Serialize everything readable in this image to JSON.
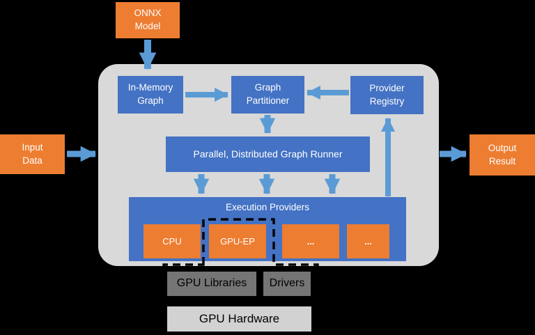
{
  "boxes": {
    "onnx_model": {
      "lines": [
        "ONNX",
        "Model"
      ]
    },
    "in_memory_graph": {
      "lines": [
        "In-Memory",
        "Graph"
      ]
    },
    "graph_partitioner": {
      "lines": [
        "Graph",
        "Partitioner"
      ]
    },
    "provider_registry": {
      "lines": [
        "Provider",
        "Registry"
      ]
    },
    "graph_runner": {
      "label": "Parallel, Distributed Graph Runner"
    },
    "execution_providers": {
      "label": "Execution Providers",
      "children": [
        "CPU",
        "GPU-EP",
        "...",
        "..."
      ]
    },
    "input_data": {
      "lines": [
        "Input",
        "Data"
      ]
    },
    "output_result": {
      "lines": [
        "Output",
        "Result"
      ]
    },
    "gpu_libraries": {
      "label": "GPU Libraries"
    },
    "drivers": {
      "label": "Drivers"
    },
    "gpu_hardware": {
      "label": "GPU Hardware"
    }
  },
  "colors": {
    "box_orange": "#ED7D31",
    "box_blue": "#4472C4",
    "arrow_blue": "#5B9BD5",
    "container_gray": "#D9D9D9",
    "hw_dark_gray": "#757575",
    "hw_light_gray": "#D2D2D2",
    "dashed_outline": "#000000",
    "background": "#000000"
  }
}
